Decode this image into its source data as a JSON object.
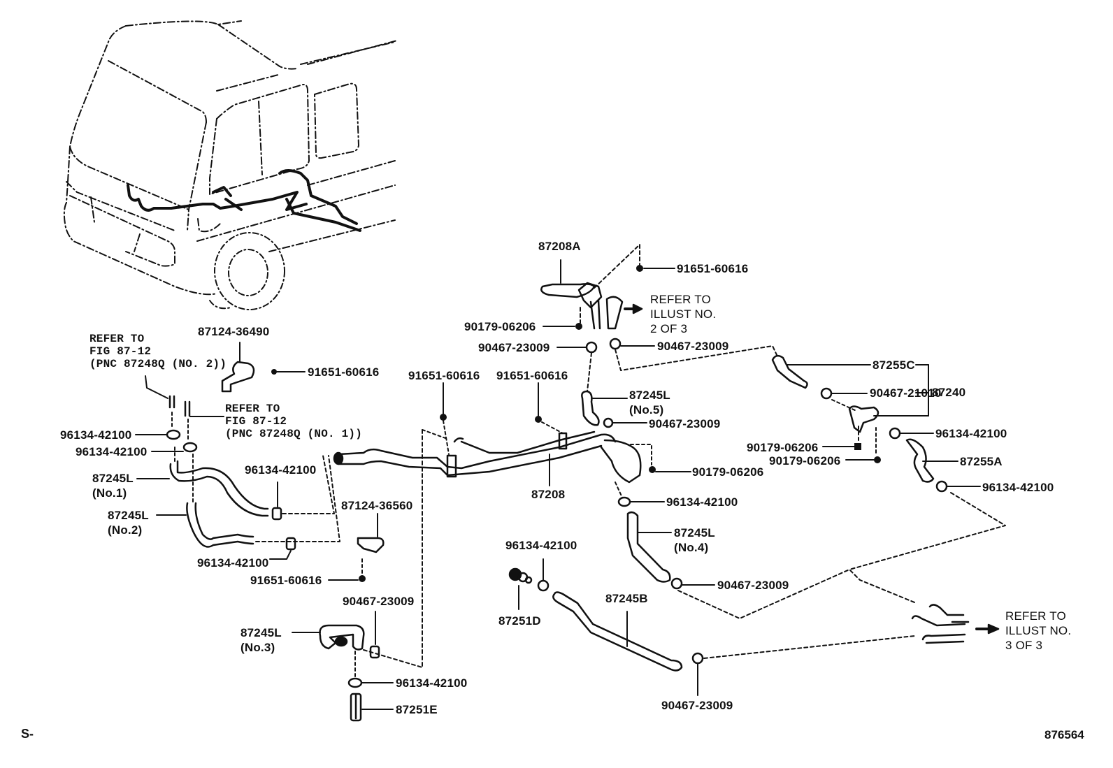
{
  "diagram": {
    "type": "parts-exploded-view",
    "illustration_id": "876564",
    "corner_code": "S-",
    "vehicle_overview": "van-front-with-heater-hose-routing",
    "labels": {
      "p87208A": "87208A",
      "p91651_top": "91651-60616",
      "refer2": [
        "REFER TO",
        "ILLUST NO.",
        "2 OF 3"
      ],
      "p90179_top": "90179-06206",
      "p90467_a": "90467-23009",
      "p90467_b": "90467-23009",
      "p87124_36490": "87124-36490",
      "p91651_36490": "91651-60616",
      "refer_fig2": [
        "REFER TO",
        "FIG 87-12",
        "(PNC 87248Q (NO. 2))"
      ],
      "refer_fig1": [
        "REFER TO",
        "FIG 87-12",
        "(PNC 87248Q (NO. 1))"
      ],
      "p96134_l1": "96134-42100",
      "p96134_l2": "96134-42100",
      "p87245L_no1": [
        "87245L",
        "(No.1)"
      ],
      "p87245L_no2": [
        "87245L",
        "(No.2)"
      ],
      "p96134_r1": "96134-42100",
      "p96134_r2": "96134-42100",
      "p91651_mid1": "91651-60616",
      "p91651_mid2": "91651-60616",
      "p87245L_no5": [
        "87245L",
        "(No.5)"
      ],
      "p90467_no5": "90467-23009",
      "p87255C": "87255C",
      "p90467_21010": "90467-21010",
      "p87240": "87240",
      "p96134_right": "96134-42100",
      "p90179_a": "90179-06206",
      "p90179_b": "90179-06206",
      "p87255A": "87255A",
      "p96134_87255A": "96134-42100",
      "p90179_mid": "90179-06206",
      "p87208": "87208",
      "p96134_no4": "96134-42100",
      "p87124_36560": "87124-36560",
      "p91651_36560": "91651-60616",
      "p87245L_no4": [
        "87245L",
        "(No.4)"
      ],
      "p90467_no4": "90467-23009",
      "p96134_87251D": "96134-42100",
      "p87251D": "87251D",
      "p87245B": "87245B",
      "p90467_87245B": "90467-23009",
      "p90467_no3": "90467-23009",
      "p87245L_no3": [
        "87245L",
        "(No.3)"
      ],
      "p96134_87251E": "96134-42100",
      "p87251E": "87251E",
      "refer3": [
        "REFER TO",
        "ILLUST NO.",
        "3 OF 3"
      ]
    }
  }
}
